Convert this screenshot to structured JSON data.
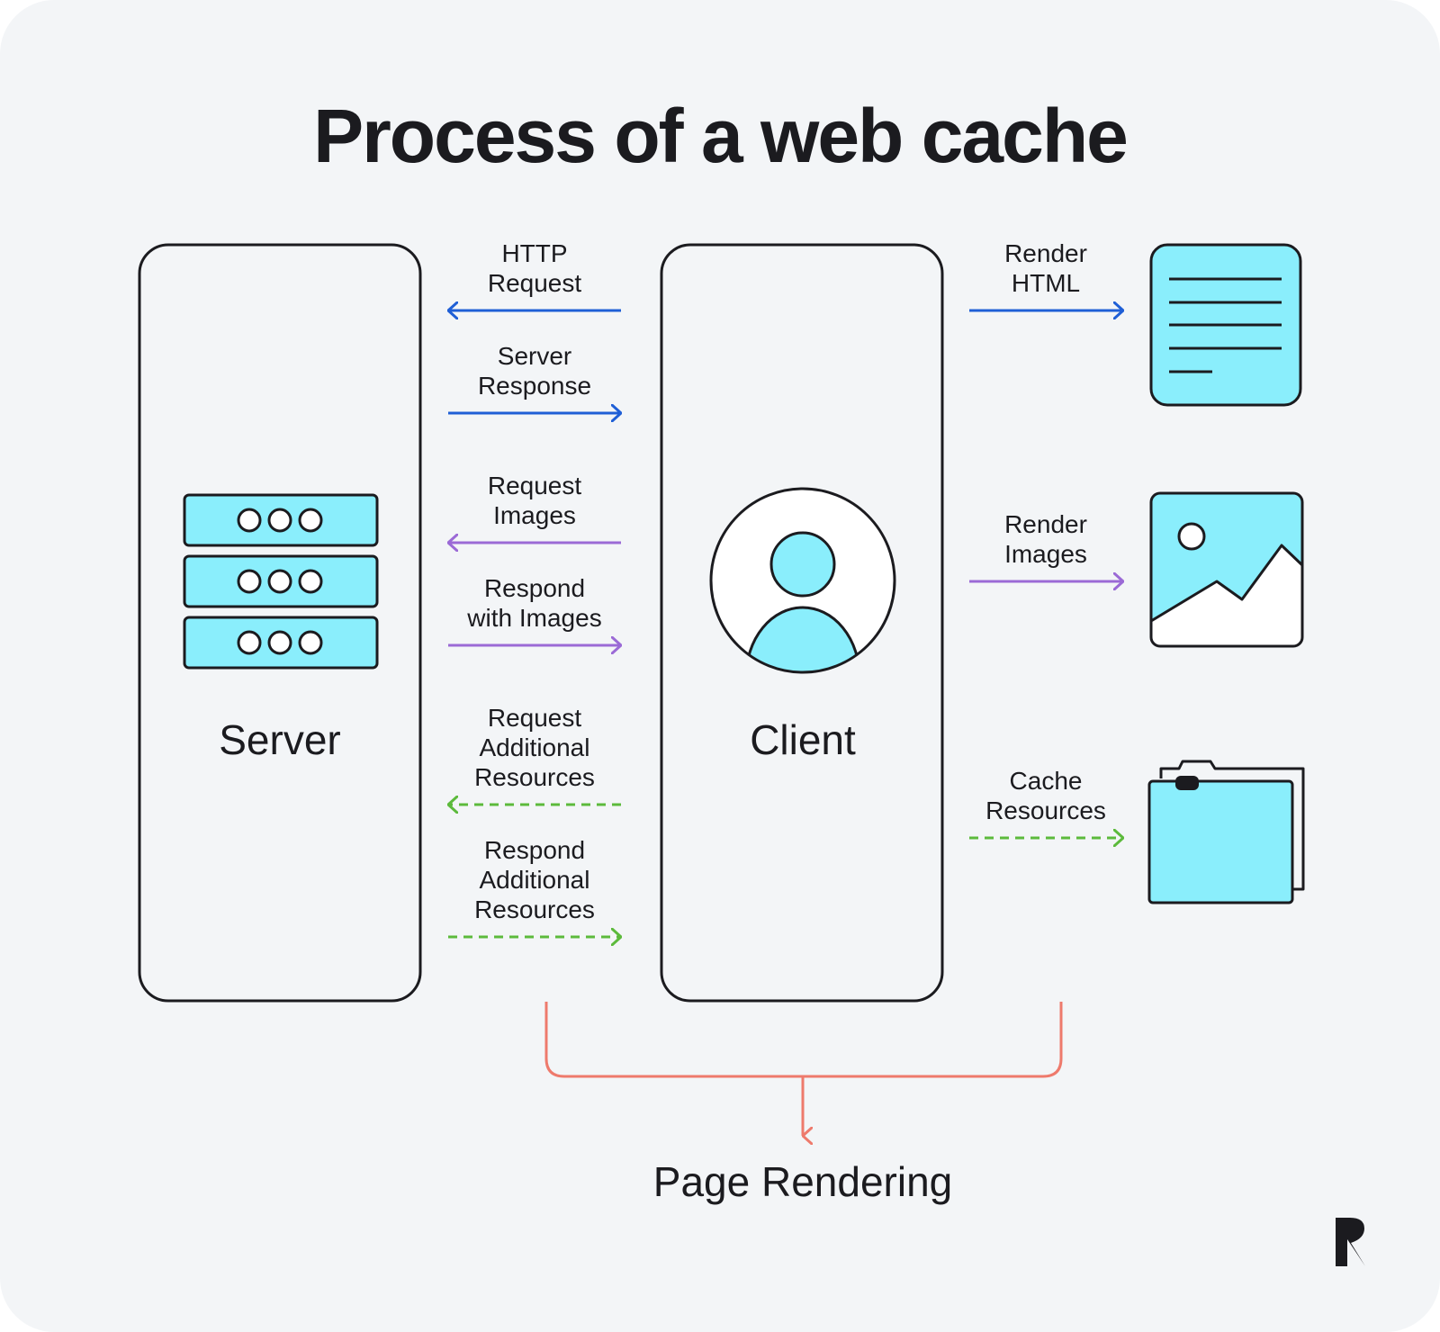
{
  "title": "Process of a web cache",
  "nodes": {
    "server": "Server",
    "client": "Client"
  },
  "flows_left": [
    {
      "line1": "HTTP",
      "line2": "Request",
      "line3": "",
      "direction": "to-server",
      "style": "solid"
    },
    {
      "line1": "Server",
      "line2": "Response",
      "line3": "",
      "direction": "to-client",
      "style": "solid"
    },
    {
      "line1": "Request",
      "line2": "Images",
      "line3": "",
      "direction": "to-server",
      "style": "solid"
    },
    {
      "line1": "Respond",
      "line2": "with Images",
      "line3": "",
      "direction": "to-client",
      "style": "solid"
    },
    {
      "line1": "Request",
      "line2": "Additional",
      "line3": "Resources",
      "direction": "to-server",
      "style": "dashed"
    },
    {
      "line1": "Respond",
      "line2": "Additional",
      "line3": "Resources",
      "direction": "to-client",
      "style": "dashed"
    }
  ],
  "flows_right": [
    {
      "line1": "Render",
      "line2": "HTML",
      "style": "solid"
    },
    {
      "line1": "Render",
      "line2": "Images",
      "style": "solid"
    },
    {
      "line1": "Cache",
      "line2": "Resources",
      "style": "dashed"
    }
  ],
  "output": "Page Rendering",
  "icons": {
    "server": "server-rack-icon",
    "client": "user-avatar-icon",
    "html": "document-icon",
    "images": "image-icon",
    "cache": "folder-icon",
    "brand": "logo-icon"
  },
  "colors": {
    "background": "#f3f5f7",
    "outline": "#1b1b1f",
    "accent_fill": "#8aeefc",
    "html_flow": "#1f5fd6",
    "image_flow": "#9b6ad6",
    "resource_flow": "#5cba3c",
    "rendering_bracket": "#ee7a6c"
  }
}
